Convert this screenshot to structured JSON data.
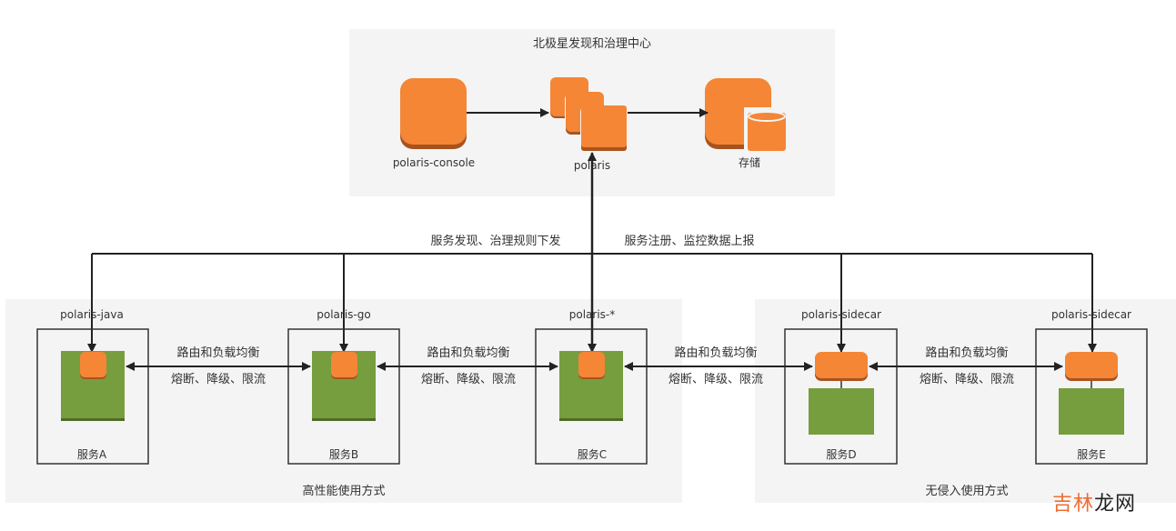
{
  "colors": {
    "orange": "#f48636",
    "orange_dark": "#a8531f",
    "green": "#769d3e",
    "green_dark": "#4f6a27",
    "panel_bg": "#f4f4f4",
    "line": "#222222",
    "box_border": "#333333",
    "watermark_orange": "#f26b2f"
  },
  "center": {
    "title": "北极星发现和治理中心",
    "console_label": "polaris-console",
    "polaris_label": "polaris",
    "storage_label": "存储"
  },
  "flows": {
    "down_label": "服务发现、治理规则下发",
    "up_label": "服务注册、监控数据上报"
  },
  "groups": {
    "high_perf_label": "高性能使用方式",
    "non_intrusive_label": "无侵入使用方式"
  },
  "services": [
    {
      "sdk": "polaris-java",
      "name": "服务A"
    },
    {
      "sdk": "polaris-go",
      "name": "服务B"
    },
    {
      "sdk": "polaris-*",
      "name": "服务C"
    },
    {
      "sdk": "polaris-sidecar",
      "name": "服务D"
    },
    {
      "sdk": "polaris-sidecar",
      "name": "服务E"
    }
  ],
  "links": [
    {
      "top": "路由和负载均衡",
      "bottom": "熔断、降级、限流"
    },
    {
      "top": "路由和负载均衡",
      "bottom": "熔断、降级、限流"
    },
    {
      "top": "路由和负载均衡",
      "bottom": "熔断、降级、限流"
    },
    {
      "top": "路由和负载均衡",
      "bottom": "熔断、降级、限流"
    }
  ],
  "watermark": {
    "part1": "吉林",
    "part2": "龙网"
  }
}
